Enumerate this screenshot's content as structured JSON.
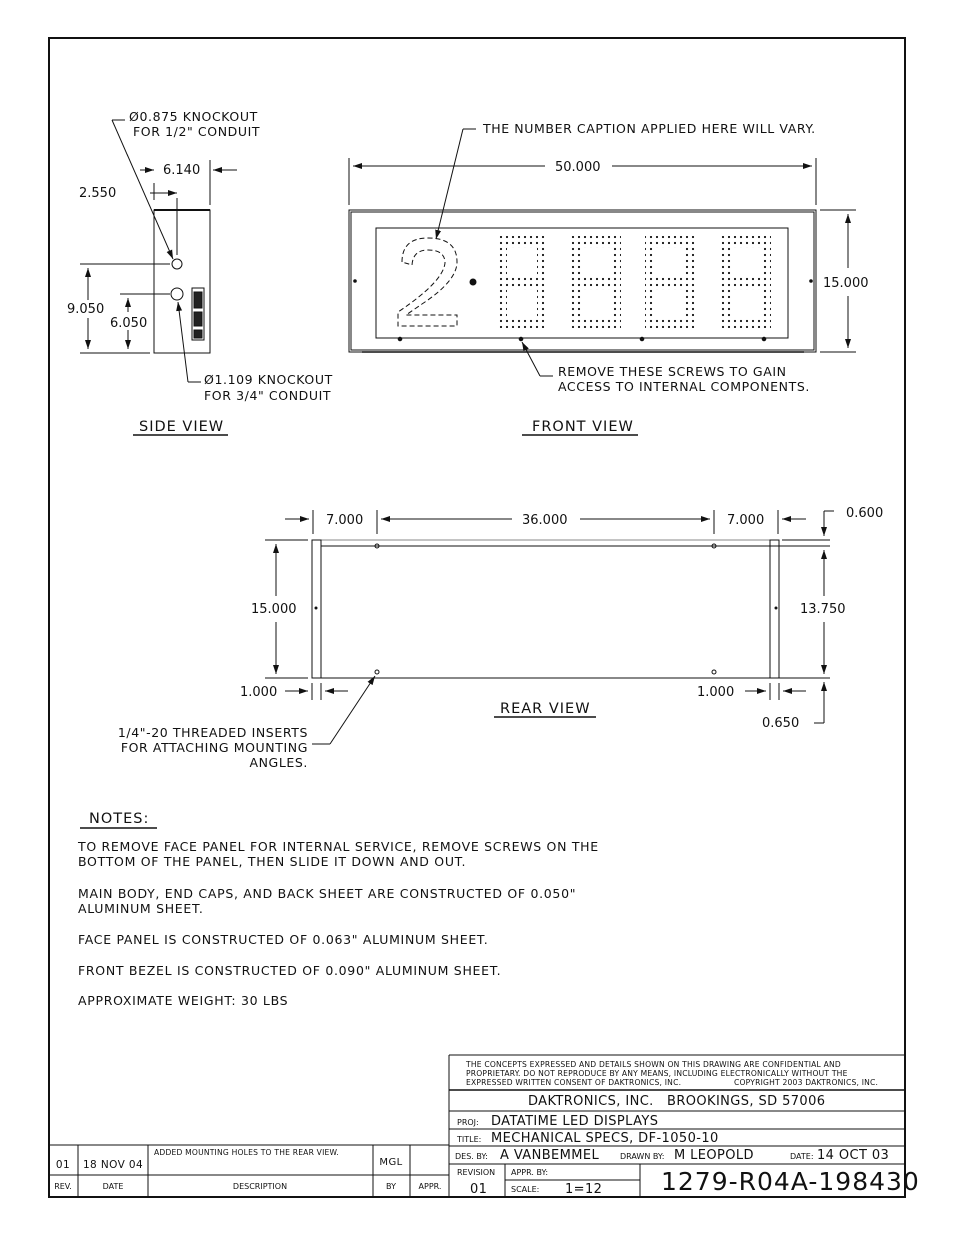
{
  "side_view": {
    "title": "SIDE VIEW",
    "knockout_top": [
      "Ø0.875 KNOCKOUT",
      "FOR 1/2\" CONDUIT"
    ],
    "knockout_bottom": [
      "Ø1.109 KNOCKOUT",
      "FOR 3/4\" CONDUIT"
    ],
    "dims": {
      "d1": "6.140",
      "d2": "2.550",
      "d3": "9.050",
      "d4": "6.050"
    }
  },
  "front_view": {
    "title": "FRONT VIEW",
    "caption_note": "THE NUMBER CAPTION APPLIED HERE WILL VARY.",
    "width": "50.000",
    "height": "15.000",
    "caption_digit": "2",
    "screws_note": [
      "REMOVE THESE SCREWS TO GAIN",
      "ACCESS TO INTERNAL COMPONENTS."
    ]
  },
  "rear_view": {
    "title": "REAR VIEW",
    "dims": {
      "left_end": "7.000",
      "center": "36.000",
      "right_end": "7.000",
      "top_off": "0.600",
      "height": "15.000",
      "inner_height": "13.750",
      "cap_left": "1.000",
      "cap_right": "1.000",
      "bottom_off": "0.650"
    },
    "inserts_note": [
      "1/4\"-20 THREADED INSERTS",
      "FOR ATTACHING MOUNTING",
      "ANGLES."
    ]
  },
  "notes": {
    "heading": "NOTES:",
    "lines": [
      "TO REMOVE FACE PANEL FOR INTERNAL SERVICE, REMOVE SCREWS ON THE",
      "BOTTOM OF THE PANEL, THEN SLIDE IT DOWN AND OUT.",
      "MAIN BODY, END CAPS, AND BACK SHEET ARE CONSTRUCTED OF 0.050\"",
      "ALUMINUM SHEET.",
      "FACE PANEL IS CONSTRUCTED OF 0.063\" ALUMINUM SHEET.",
      "FRONT BEZEL IS CONSTRUCTED OF 0.090\" ALUMINUM SHEET.",
      "APPROXIMATE WEIGHT: 30 LBS"
    ]
  },
  "revision_block": {
    "row": {
      "rev": "01",
      "date": "18 NOV 04",
      "description": "ADDED MOUNTING HOLES TO THE REAR VIEW.",
      "by": "MGL",
      "appr": ""
    },
    "headers": {
      "rev": "REV.",
      "date": "DATE",
      "description": "DESCRIPTION",
      "by": "BY",
      "appr": "APPR."
    }
  },
  "title_block": {
    "confidential": [
      "THE CONCEPTS EXPRESSED AND DETAILS SHOWN ON THIS DRAWING ARE CONFIDENTIAL AND",
      "PROPRIETARY. DO NOT REPRODUCE BY ANY MEANS, INCLUDING ELECTRONICALLY WITHOUT THE",
      "EXPRESSED WRITTEN CONSENT OF DAKTRONICS, INC.",
      "COPYRIGHT 2003 DAKTRONICS, INC."
    ],
    "company": "DAKTRONICS, INC.",
    "location": "BROOKINGS, SD 57006",
    "proj_label": "PROJ:",
    "proj": "DATATIME LED DISPLAYS",
    "title_label": "TITLE:",
    "title": "MECHANICAL SPECS, DF-1050-10",
    "des_label": "DES. BY:",
    "des_by": "A VANBEMMEL",
    "drawn_label": "DRAWN BY:",
    "drawn_by": "M LEOPOLD",
    "date_label": "DATE:",
    "date": "14 OCT 03",
    "revision_label": "REVISION",
    "revision": "01",
    "appr_label": "APPR. BY:",
    "scale_label": "SCALE:",
    "scale": "1=12",
    "drawing_number": "1279-R04A-198430"
  }
}
